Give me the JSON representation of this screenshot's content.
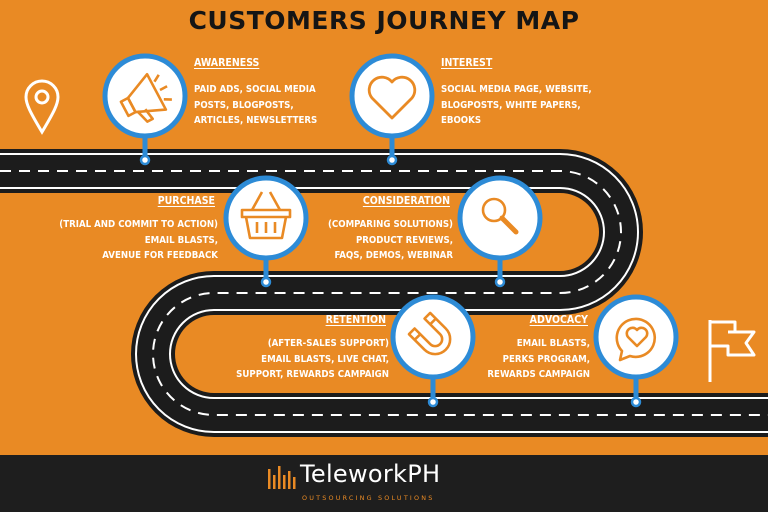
{
  "title": "CUSTOMERS JOURNEY MAP",
  "stages": [
    {
      "name": "AWARENESS",
      "text": "PAID ADS, SOCIAL MEDIA\nPOSTS, BLOGPOSTS,\nARTICLES, NEWSLETTERS",
      "icon": "megaphone-icon"
    },
    {
      "name": "INTEREST",
      "text": "SOCIAL MEDIA PAGE, WEBSITE,\nBLOGPOSTS, WHITE PAPERS,\nEBOOKS",
      "icon": "heart-icon"
    },
    {
      "name": "PURCHASE",
      "text": "(TRIAL AND COMMIT TO ACTION)\nEMAIL BLASTS,\nAVENUE FOR FEEDBACK",
      "icon": "shopping-basket-icon"
    },
    {
      "name": "CONSIDERATION",
      "text": "(COMPARING SOLUTIONS)\nPRODUCT REVIEWS,\nFAQS, DEMOS, WEBINAR",
      "icon": "magnifier-icon"
    },
    {
      "name": "RETENTION",
      "text": "(AFTER-SALES SUPPORT)\nEMAIL BLASTS,  LIVE CHAT,\nSUPPORT, REWARDS CAMPAIGN",
      "icon": "magnet-icon"
    },
    {
      "name": "ADVOCACY",
      "text": "EMAIL BLASTS,\nPERKS PROGRAM,\nREWARDS CAMPAIGN",
      "icon": "chat-heart-icon"
    }
  ],
  "footer": {
    "brand": "TeleworkPH",
    "tagline": "OUTSOURCING SOLUTIONS"
  },
  "colors": {
    "background": "#e98a24",
    "road": "#1c1c1c",
    "pin_border": "#2d8bd6",
    "footer": "#1e1e1e"
  },
  "markers": {
    "start": "location-pin-icon",
    "end": "finish-flag-icon"
  }
}
